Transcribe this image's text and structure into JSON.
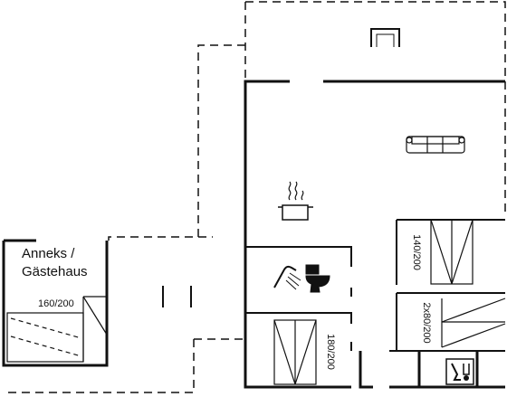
{
  "annex": {
    "title_line1": "Anneks /",
    "title_line2": "Gästehaus",
    "bed_size": "160/200"
  },
  "main_house": {
    "bedroom_top_size": "140/200",
    "bedroom_bottom_size": "180/200",
    "bunk_room_size": "2x80/200"
  },
  "icons": [
    "sofa-icon",
    "cooking-pot-icon",
    "shower-icon",
    "toilet-icon",
    "fireplace-icon",
    "sauna-icon"
  ],
  "colors": {
    "wall": "#111111",
    "dashed": "#111111",
    "background": "#ffffff"
  }
}
